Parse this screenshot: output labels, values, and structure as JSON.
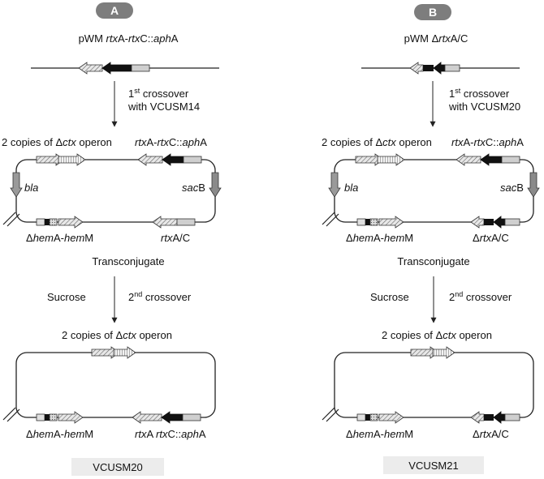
{
  "panelA": {
    "badge": "A",
    "plasmid": {
      "prefix": "pWM ",
      "rtxA": "rtx",
      "a1": "A-",
      "rtxC": "rtx",
      "c1": "C::",
      "aph": "aph",
      "a2": "A"
    },
    "cross1": {
      "n": "1",
      "sup": "st",
      "w": " crossover",
      "line2": "with VCUSM14"
    },
    "ctx_label": {
      "pre": "2 copies of Δ",
      "ital": "ctx",
      "post": " operon"
    },
    "rtxaph_label": {
      "r1": "rtx",
      "a": "A-",
      "r2": "rtx",
      "c": "C::",
      "aph": "aph",
      "end": "A"
    },
    "bla": "bla",
    "sacB": {
      "ital": "sac",
      "end": "B"
    },
    "hem_label": {
      "d": "Δ",
      "h1": "hem",
      "a": "A-",
      "h2": "hem",
      "m": "M"
    },
    "rtxac_label": {
      "r": "rtx",
      "end": "A/C"
    },
    "transconjugate": "Transconjugate",
    "sucrose": "Sucrose",
    "cross2": {
      "n": "2",
      "sup": "nd",
      "w": " crossover"
    },
    "ctx_label2": {
      "pre": "2 copies of Δ",
      "ital": "ctx",
      "post": " operon"
    },
    "hem_label2": {
      "d": "Δ",
      "h1": "hem",
      "a": "A-",
      "h2": "hem",
      "m": "M"
    },
    "final_label": {
      "r1": "rtx",
      "a": "A ",
      "r2": "rtx",
      "c": "C::",
      "aph": "aph",
      "end": "A"
    },
    "strain": "VCUSM20"
  },
  "panelB": {
    "badge": "B",
    "plasmid": {
      "prefix": "pWM Δ",
      "rtx": "rtx",
      "end": "A/C"
    },
    "cross1": {
      "n": "1",
      "sup": "st",
      "w": " crossover",
      "line2": "with VCUSM20"
    },
    "ctx_label": {
      "pre": "2 copies of Δ",
      "ital": "ctx",
      "post": " operon"
    },
    "rtxaph_label": {
      "r1": "rtx",
      "a": "A-",
      "r2": "rtx",
      "c": "C::",
      "aph": "aph",
      "end": "A"
    },
    "bla": "bla",
    "sacB": {
      "ital": "sac",
      "end": "B"
    },
    "hem_label": {
      "d": "Δ",
      "h1": "hem",
      "a": "A-",
      "h2": "hem",
      "m": "M"
    },
    "rtxac_label": {
      "d": "Δ",
      "r": "rtx",
      "end": "A/C"
    },
    "transconjugate": "Transconjugate",
    "sucrose": "Sucrose",
    "cross2": {
      "n": "2",
      "sup": "nd",
      "w": " crossover"
    },
    "ctx_label2": {
      "pre": "2 copies of Δ",
      "ital": "ctx",
      "post": " operon"
    },
    "hem_label2": {
      "d": "Δ",
      "h1": "hem",
      "a": "A-",
      "h2": "hem",
      "m": "M"
    },
    "final_label": {
      "d": "Δ",
      "r": "rtx",
      "end": "A/C"
    },
    "strain": "VCUSM21"
  }
}
